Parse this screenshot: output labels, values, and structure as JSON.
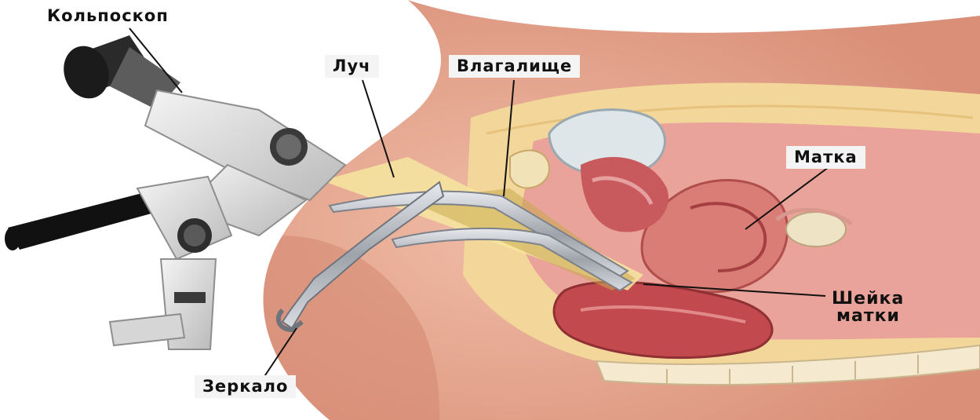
{
  "labels": {
    "colposcope": "Кольпоскоп",
    "beam": "Луч",
    "vagina": "Влагалище",
    "uterus": "Матка",
    "cervix_line1": "Шейка",
    "cervix_line2": "матки",
    "speculum": "Зеркало"
  },
  "colors": {
    "skin": "#e9a893",
    "tissue": "#d97d76",
    "muscle": "#c2494e",
    "fat": "#f3d79a",
    "metal": "#b8bcc4",
    "device": "#e8e8e8",
    "beam": "#f6e6a0"
  }
}
